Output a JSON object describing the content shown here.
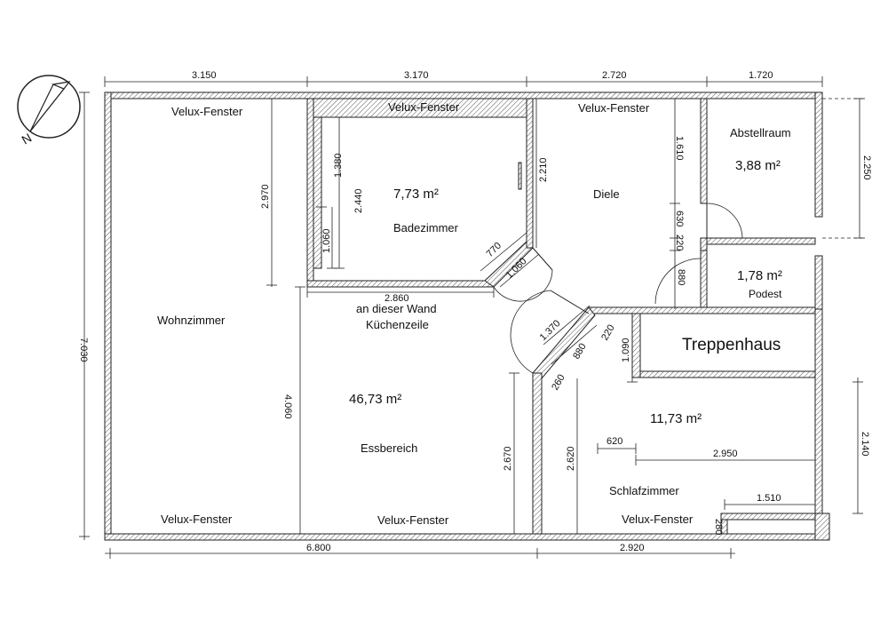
{
  "dims_top": {
    "d1": "3.150",
    "d2": "3.170",
    "d3": "2.720",
    "d4": "1.720"
  },
  "dims_bottom": {
    "d1": "6.800",
    "d2": "2.920"
  },
  "dims_left": {
    "total": "7.030"
  },
  "dims_right": {
    "upper": "2.250",
    "lower": "2.140"
  },
  "dims_inner": {
    "wohn_upper": "2.970",
    "wohn_lower": "4.060",
    "bad_1380": "1.380",
    "bad_2440": "2.440",
    "bad_1060": "1.060",
    "bad_2860": "2.860",
    "bad_770": "770",
    "door_1060": "1.060",
    "diele_2210": "2.210",
    "diele_1610": "1.610",
    "diele_630": "630",
    "diele_220": "220",
    "diele_880": "880",
    "ess_2670": "2.670",
    "schlaf_2620": "2.620",
    "door_1370": "1.370",
    "door_220": "220",
    "door_880": "880",
    "door_260": "260",
    "treppe_1090": "1.090",
    "schlaf_620": "620",
    "schlaf_2950": "2.950",
    "schlaf_1510": "1.510",
    "schlaf_280": "280"
  },
  "rooms": {
    "wohnzimmer": "Wohnzimmer",
    "badezimmer": "Badezimmer",
    "bad_area": "7,73 m²",
    "diele": "Diele",
    "abstellraum": "Abstellraum",
    "abstell_area": "3,88 m²",
    "podest_area": "1,78 m²",
    "podest": "Podest",
    "treppenhaus": "Treppenhaus",
    "kueche_line1": "an dieser Wand",
    "kueche_line2": "Küchenzeile",
    "main_area": "46,73 m²",
    "essbereich": "Essbereich",
    "schlaf_area": "11,73 m²",
    "schlafzimmer": "Schlafzimmer"
  },
  "windows": {
    "w1": "Velux-Fenster",
    "w2": "Velux-Fenster",
    "w3": "Velux-Fenster",
    "w4": "Velux-Fenster",
    "w5": "Velux-Fenster",
    "w6": "Velux-Fenster"
  },
  "compass": {
    "letter": "N"
  }
}
